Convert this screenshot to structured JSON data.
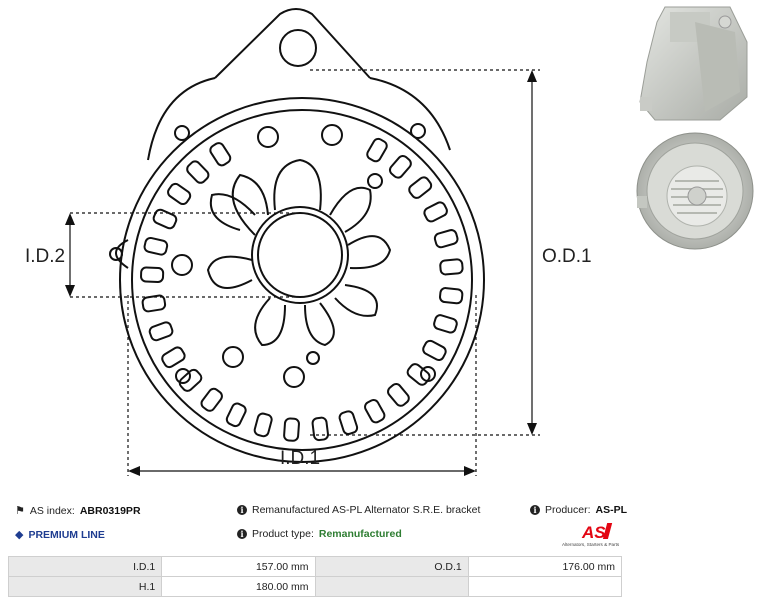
{
  "drawing": {
    "labels": {
      "id1": "I.D.1",
      "id2": "I.D.2",
      "od1": "O.D.1"
    }
  },
  "info": {
    "as_index_label": "AS index:",
    "as_index_value": "ABR0319PR",
    "premium": "PREMIUM LINE",
    "description": "Remanufactured AS-PL Alternator S.R.E. bracket",
    "product_type_label": "Product type:",
    "product_type_value": "Remanufactured",
    "producer_label": "Producer:",
    "producer_value": "AS-PL"
  },
  "logo": {
    "mark": "AS",
    "tagline": "Alternators, Starters & Parts",
    "color": "#e30613"
  },
  "specs": [
    {
      "label": "I.D.1",
      "value": "157.00 mm",
      "label2": "O.D.1",
      "value2": "176.00 mm"
    },
    {
      "label": "H.1",
      "value": "180.00 mm",
      "label2": "",
      "value2": ""
    }
  ],
  "icons": [
    "tag-icon",
    "diamond-icon",
    "info-icon"
  ]
}
